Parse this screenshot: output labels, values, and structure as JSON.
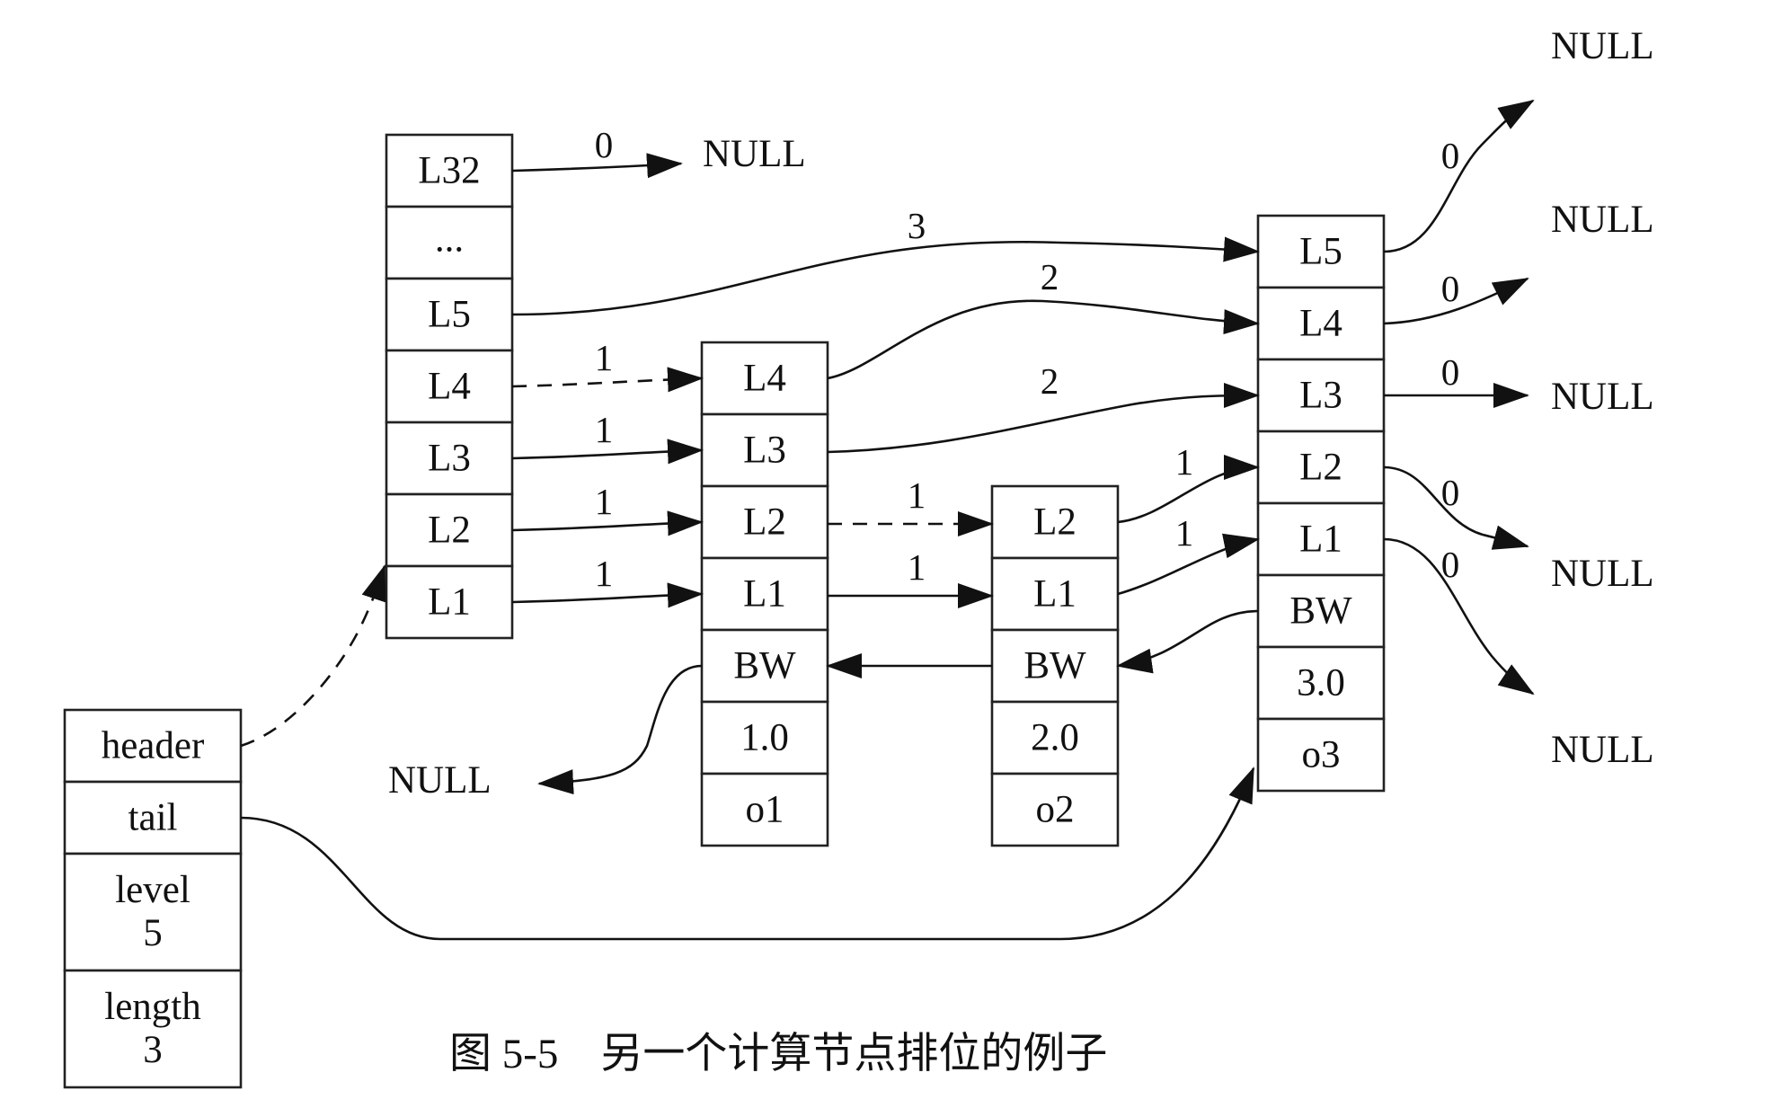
{
  "diagram": {
    "caption": "图 5-5　另一个计算节点排位的例子",
    "null_label": "NULL",
    "header_struct": {
      "cells": [
        "header",
        "tail",
        "level\n5",
        "length\n3"
      ]
    },
    "header_node": {
      "levels": [
        "L32",
        "...",
        "L5",
        "L4",
        "L3",
        "L2",
        "L1"
      ]
    },
    "nodes": [
      {
        "name": "o1",
        "levels": [
          "L4",
          "L3",
          "L2",
          "L1"
        ],
        "backward": "BW",
        "score": "1.0",
        "obj": "o1"
      },
      {
        "name": "o2",
        "levels": [
          "L2",
          "L1"
        ],
        "backward": "BW",
        "score": "2.0",
        "obj": "o2"
      },
      {
        "name": "o3",
        "levels": [
          "L5",
          "L4",
          "L3",
          "L2",
          "L1"
        ],
        "backward": "BW",
        "score": "3.0",
        "obj": "o3"
      }
    ],
    "spans": {
      "header_L32": "0",
      "header_L5": "3",
      "header_L4": "1",
      "header_L3": "1",
      "header_L2": "1",
      "header_L1": "1",
      "o1_L4": "2",
      "o1_L3": "2",
      "o1_L2": "1",
      "o1_L1": "1",
      "o2_L2": "1",
      "o2_L1": "1",
      "o3_L5": "0",
      "o3_L4": "0",
      "o3_L3": "0",
      "o3_L2": "0",
      "o3_L1": "0"
    }
  }
}
